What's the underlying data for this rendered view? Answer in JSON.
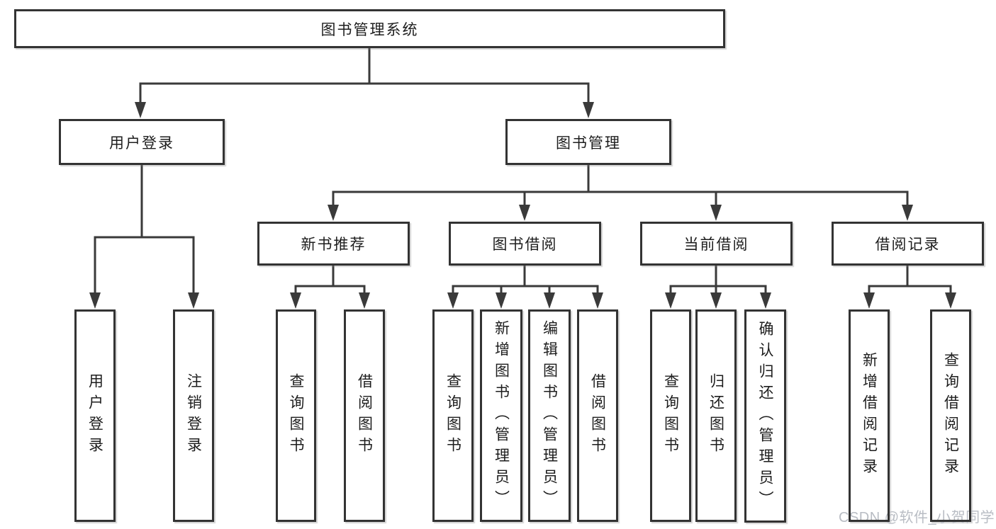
{
  "diagram": {
    "root": {
      "label": "图书管理系统"
    },
    "level2": [
      {
        "label": "用户登录"
      },
      {
        "label": "图书管理"
      }
    ],
    "level3": [
      {
        "label": "新书推荐"
      },
      {
        "label": "图书借阅"
      },
      {
        "label": "当前借阅"
      },
      {
        "label": "借阅记录"
      }
    ],
    "children": {
      "user_login": [
        "用户登录",
        "注销登录"
      ],
      "new_books": [
        "查询图书",
        "借阅图书"
      ],
      "borrowing": [
        "查询图书",
        "新增图书（管理员）",
        "编辑图书（管理员）",
        "借阅图书"
      ],
      "current": [
        "查询图书",
        "归还图书",
        "确认归还（管理员）"
      ],
      "records": [
        "新增借阅记录",
        "查询借阅记录"
      ]
    }
  },
  "watermark": {
    "text": "CSDN @软件_小贺同学"
  },
  "colors": {
    "line": "#3a3a3a",
    "border": "#333333",
    "text": "#1d1d1d",
    "background": "#ffffff",
    "watermark": "#b9bdc4"
  }
}
